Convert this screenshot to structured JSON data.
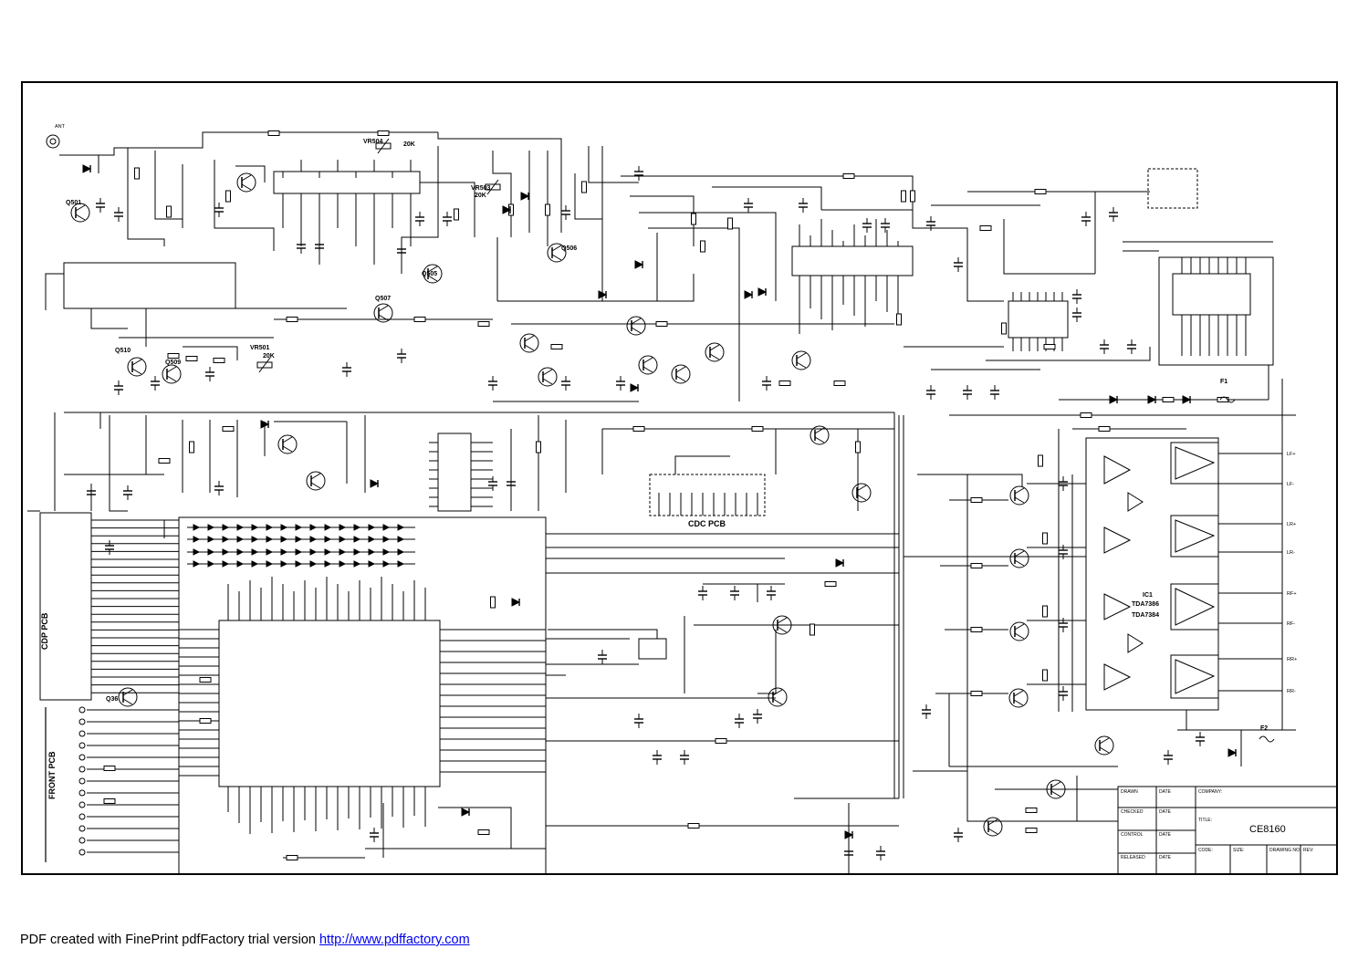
{
  "schematic": {
    "labels": {
      "ant": "ANT",
      "q501": "Q501",
      "vr504": "VR504",
      "vr504_value": "20K",
      "vr503": "VR503",
      "vr503_value": "20K",
      "q506": "Q506",
      "q505": "Q505",
      "q507": "Q507",
      "q510": "Q510",
      "q509": "Q509",
      "vr501": "VR501",
      "vr501_value": "20K",
      "q36": "Q36",
      "cdc_pcb": "CDC PCB",
      "cdp_pcb": "CDP PCB",
      "front_pcb": "FRONT PCB",
      "ic1": "IC1",
      "ic1_part_a": "TDA7386",
      "ic1_part_b": "TDA7384",
      "f1": "F1",
      "f2": "F2"
    },
    "outputs": [
      "LF+",
      "LF-",
      "LR+",
      "LR-",
      "RF+",
      "RF-",
      "RR+",
      "RR-"
    ]
  },
  "title_block": {
    "drawn": "DRAWN",
    "checked": "CHECKED",
    "control": "CONTROL",
    "released": "RELEASED",
    "date": "DATE",
    "company": "COMPANY:",
    "title": "TITLE:",
    "model": "CE8160",
    "code": "CODE:",
    "size": "SIZE:",
    "drawing_no": "DRAWING NO:",
    "rev": "REV:"
  },
  "footer": {
    "text": "PDF created with FinePrint pdfFactory trial version ",
    "link": "http://www.pdffactory.com"
  }
}
